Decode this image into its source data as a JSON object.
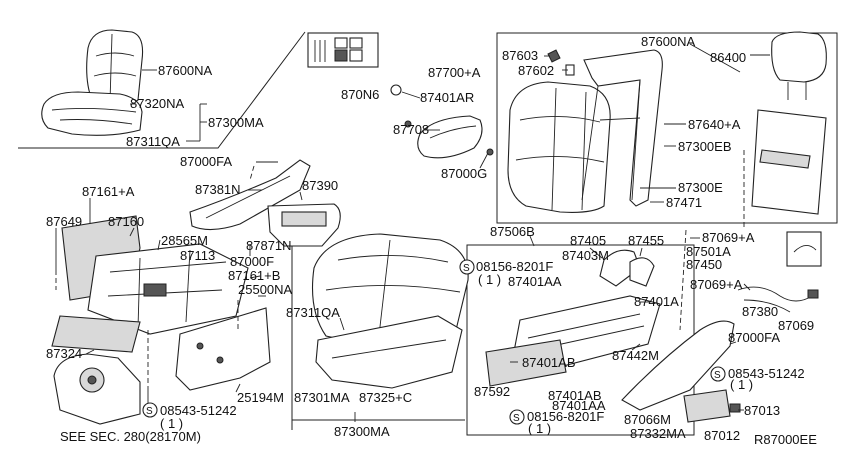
{
  "diagram_code": "R87000EE",
  "note": "SEE SEC. 280(28170M)",
  "parts": {
    "p87600NA_l": "87600NA",
    "p87320NA": "87320NA",
    "p87300MA_l": "87300MA",
    "p87311QA_l": "87311QA",
    "p87700A": "87700+A",
    "p870N6": "870N6",
    "p87401AR": "87401AR",
    "p87708": "87708",
    "p87000G": "87000G",
    "p87603": "87603",
    "p87602": "87602",
    "p87600NA_r": "87600NA",
    "p86400": "86400",
    "p87640A": "87640+A",
    "p87300EB": "87300EB",
    "p87300E": "87300E",
    "p87471": "87471",
    "p87000FA_t": "87000FA",
    "p87381N": "87381N",
    "p87390": "87390",
    "p87161A": "87161+A",
    "p87649": "87649",
    "p87160": "87160",
    "p28565M": "28565M",
    "p87113": "87113",
    "p87871N": "87871N",
    "p87161B": "87161+B",
    "p87000F": "87000F",
    "p25500NA": "25500NA",
    "p87311QA_c": "87311QA",
    "p87324": "87324",
    "p25194M": "25194M",
    "p87301MA": "87301MA",
    "p87325C": "87325+C",
    "p87300MA_b": "87300MA",
    "p08543_l": "08543-51242",
    "qty_l": "( 1 )",
    "p87506B": "87506B",
    "p87405": "87405",
    "p87403M": "87403M",
    "p87455": "87455",
    "p08156_t": "08156-8201F",
    "qty_t": "( 1 )",
    "p87401AA_t": "87401AA",
    "p87401A": "87401A",
    "p87442M": "87442M",
    "p87592": "87592",
    "p87401AB_1": "87401AB",
    "p87401AB_2": "87401AB",
    "p87401AA_b": "87401AA",
    "p08156_b": "08156-8201F",
    "qty_b": "( 1 )",
    "p87069A_t": "87069+A",
    "p87501A": "87501A",
    "p87450": "87450",
    "p87069A_m": "87069+A",
    "p87380": "87380",
    "p87069": "87069",
    "p87000FA_r": "87000FA",
    "p08543_r": "08543-51242",
    "qty_r": "( 1 )",
    "p87066M": "87066M",
    "p87013": "87013",
    "p87332MA": "87332MA",
    "p87012": "87012"
  }
}
